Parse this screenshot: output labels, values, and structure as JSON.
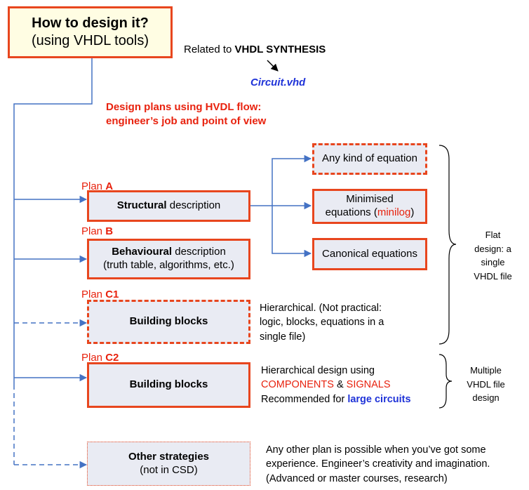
{
  "title_box": {
    "line1": "How to design it?",
    "line2": "(using VHDL tools)"
  },
  "related": {
    "prefix": "Related to ",
    "bold": "VHDL SYNTHESIS"
  },
  "file_name": "Circuit.vhd",
  "plans_heading": {
    "line1": "Design plans using HVDL flow:",
    "line2": "engineer’s job and point of view"
  },
  "plan_a": {
    "label_prefix": "Plan ",
    "label_letter": "A",
    "box_bold": "Structural",
    "box_rest": " description"
  },
  "plan_b": {
    "label_prefix": "Plan ",
    "label_letter": "B",
    "box_bold": "Behavioural",
    "box_rest": " description",
    "box_line2": "(truth table, algorithms, etc.)"
  },
  "plan_c1": {
    "label_prefix": "Plan ",
    "label_letter": "C1",
    "box_text": "Building blocks",
    "note": [
      "Hierarchical. (Not practical:",
      "logic, blocks, equations in a",
      "single file)"
    ]
  },
  "plan_c2": {
    "label_prefix": "Plan ",
    "label_letter": "C2",
    "box_text": "Building blocks",
    "note_line1": "Hierarchical design using",
    "note_components": "COMPONENTS",
    "note_amp": " & ",
    "note_signals": "SIGNALS",
    "note_line3_prefix": "Recommended for ",
    "note_line3_bold": "large circuits"
  },
  "other": {
    "title": "Other strategies",
    "subtitle": "(not in CSD)",
    "note": [
      "Any other plan is possible when you’ve got some",
      "experience. Engineer’s creativity and imagination.",
      "(Advanced or master courses, research)"
    ]
  },
  "equations": {
    "any": "Any kind of equation",
    "minimised_line1": "Minimised",
    "minimised_line2_prefix": "equations (",
    "minimised_red": "minilog",
    "minimised_line2_suffix": ")",
    "canonical": "Canonical equations"
  },
  "flat_design": [
    "Flat",
    "design: a",
    "single",
    "VHDL file"
  ],
  "multiple_design": [
    "Multiple",
    "VHDL file",
    "design"
  ],
  "colors": {
    "accent_red": "#e8461e",
    "text_red": "#e8220e",
    "wire_blue": "#4472c4",
    "box_fill": "#e9ebf3",
    "file_blue": "#1f33d8"
  }
}
